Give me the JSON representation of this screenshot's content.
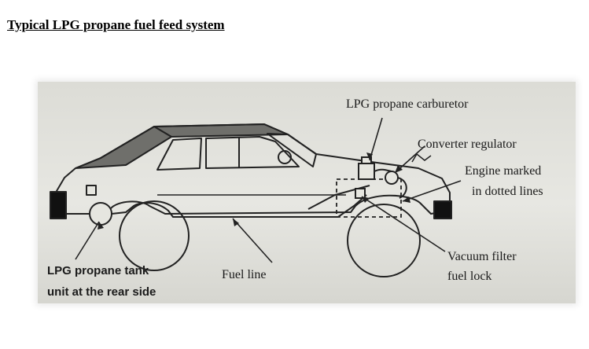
{
  "title": "Typical LPG propane fuel feed system",
  "labels": {
    "carburetor": "LPG propane carburetor",
    "regulator": "Converter regulator",
    "engine_line1": "Engine marked",
    "engine_line2": "in dotted lines",
    "vacuum_line1": "Vacuum filter",
    "vacuum_line2": "fuel lock",
    "tank_line1": "LPG propane tank",
    "tank_line2": "unit at the rear side",
    "fuel_line": "Fuel line"
  }
}
